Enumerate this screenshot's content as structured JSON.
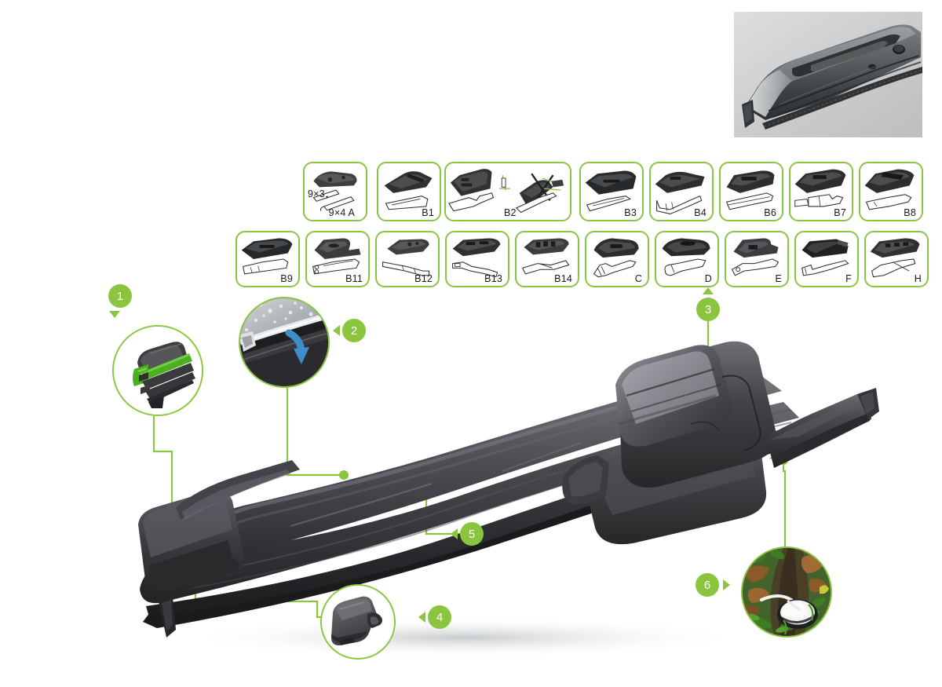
{
  "page": {
    "title": "Wiper Blade Product Feature Diagram",
    "background": "#ffffff",
    "accent_green": "#8bc53f",
    "badge_text_color": "#ffffff"
  },
  "hero_photo": {
    "name": "wiper-blade-connector-photo",
    "background": "#cdcfd0",
    "description": "3D render of wiper blade connector housing"
  },
  "adapter_grid": {
    "row1": [
      {
        "label": "9×3",
        "label2": "9×4  A",
        "two_labels": true,
        "width": 82
      },
      {
        "label": "B1",
        "width": 82
      },
      {
        "label": "B2",
        "width": 162,
        "wide": true
      },
      {
        "label": "B3",
        "width": 82
      },
      {
        "label": "B4",
        "width": 82
      },
      {
        "label": "B6",
        "width": 82
      },
      {
        "label": "B7",
        "width": 82
      },
      {
        "label": "B8",
        "width": 82
      }
    ],
    "row2": [
      {
        "label": "B9",
        "width": 82
      },
      {
        "label": "B11",
        "width": 82
      },
      {
        "label": "B12",
        "width": 82
      },
      {
        "label": "B13",
        "width": 82
      },
      {
        "label": "B14",
        "width": 82
      },
      {
        "label": "C",
        "width": 82
      },
      {
        "label": "D",
        "width": 82
      },
      {
        "label": "E",
        "width": 82
      },
      {
        "label": "F",
        "width": 82
      },
      {
        "label": "H",
        "width": 82
      }
    ]
  },
  "callouts": [
    {
      "number": "1",
      "pointer": "down",
      "inset": "rubber-profile-cross-section"
    },
    {
      "number": "2",
      "pointer": "left",
      "inset": "water-sheeting-photo"
    },
    {
      "number": "3",
      "pointer": "up",
      "inset": null
    },
    {
      "number": "4",
      "pointer": "left",
      "inset": "end-cap-detail"
    },
    {
      "number": "5",
      "pointer": "left",
      "inset": null
    },
    {
      "number": "6",
      "pointer": "right",
      "inset": "natural-rubber-latex-photo"
    }
  ],
  "insets": {
    "rubber_profile": {
      "name": "rubber-profile-cross-section",
      "colors": {
        "rubber": "#3a3a3c",
        "graphite": "#5a5a5c",
        "core": "#4caf21"
      }
    },
    "water_sheeting": {
      "name": "water-sheeting-photo",
      "colors": {
        "glass": "#b9bcbe",
        "blade": "#2b2b2d",
        "arrow": "#3d8ec9"
      }
    },
    "end_cap": {
      "name": "end-cap-detail",
      "colors": {
        "body": "#58585a"
      }
    },
    "latex": {
      "name": "natural-rubber-latex-photo",
      "colors": {
        "foliage": "#3f6b27",
        "bark": "#5a4a32",
        "leaf": "#8a5a2b",
        "latex": "#f2f3f0"
      }
    }
  },
  "blade": {
    "name": "wiper-blade-main-render",
    "colors": {
      "body_dark": "#2a2a2c",
      "body_mid": "#3c3c3f",
      "body_light": "#55555a",
      "highlight": "#7b7b82"
    }
  }
}
